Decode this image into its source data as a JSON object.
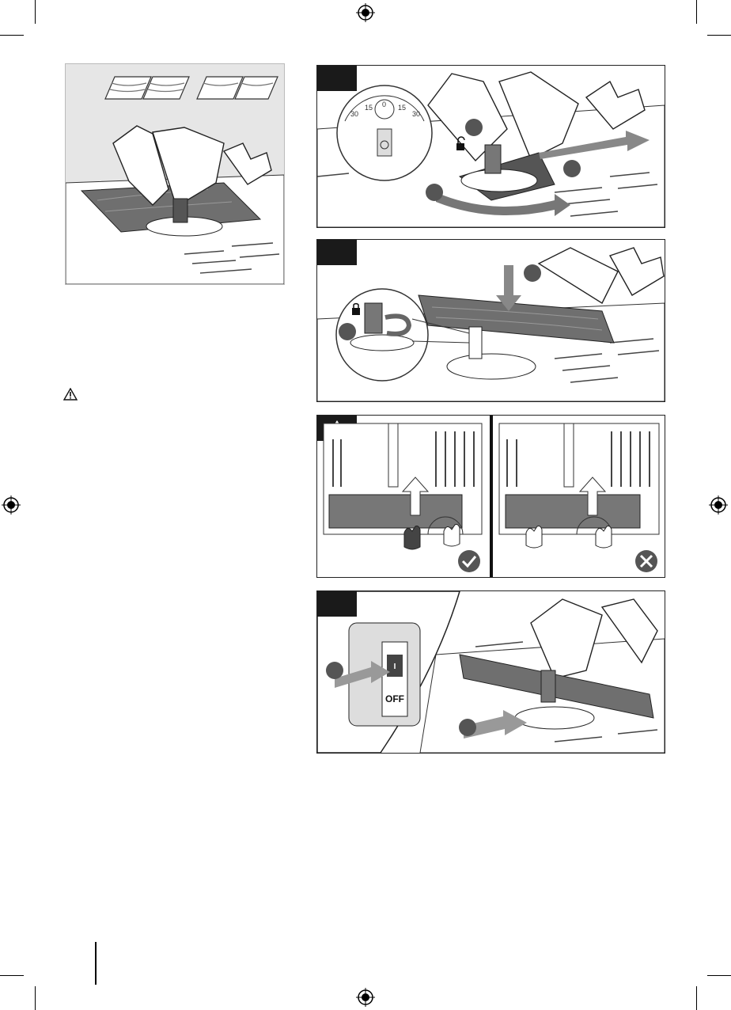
{
  "dial": {
    "ticks": [
      "30",
      "15",
      "0",
      "15",
      "30"
    ]
  },
  "switch": {
    "off_label": "OFF",
    "on_label": "I"
  },
  "status": {
    "correct": "correct",
    "wrong": "wrong"
  },
  "colors": {
    "line": "#222222",
    "fill_light": "#e9e9e9",
    "fill_dark": "#3d3d3d",
    "wood": "#7a7a7a",
    "badge": "#1a1a1a"
  },
  "icons": [
    "registration-mark-icon",
    "lock-icon",
    "unlock-icon",
    "warning-icon",
    "check-icon",
    "cross-icon",
    "hand-icon",
    "arrow-icon"
  ]
}
